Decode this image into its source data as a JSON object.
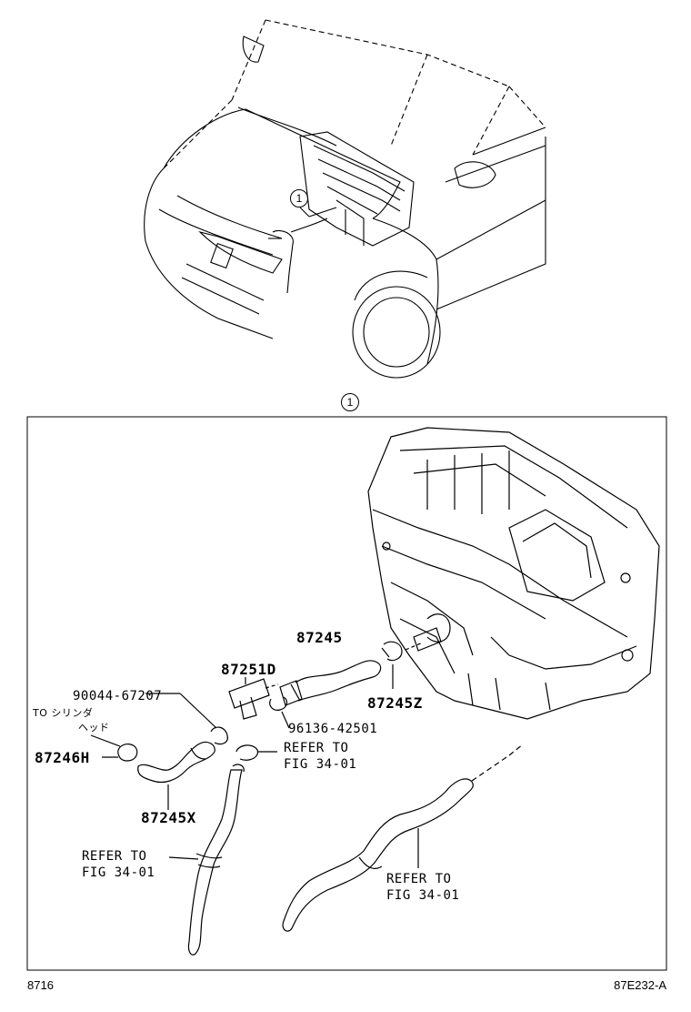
{
  "overview": {
    "callout": "1"
  },
  "detail": {
    "callout": "1",
    "parts": {
      "p87245": "87245",
      "p87251D": "87251D",
      "p87245Z": "87245Z",
      "p90044": "90044-67207",
      "p96136": "96136-42501",
      "p87246H": "87246H",
      "p87245X": "87245X"
    },
    "notes": {
      "to_cyl_line1": "TO シリンダ",
      "to_cyl_line2": "ヘッド",
      "refer1_line1": "REFER TO",
      "refer1_line2": "FIG 34-01",
      "refer2_line1": "REFER TO",
      "refer2_line2": "FIG 34-01",
      "refer3_line1": "REFER TO",
      "refer3_line2": "FIG 34-01"
    }
  },
  "footer": {
    "left": "8716",
    "right": "87E232-A"
  }
}
